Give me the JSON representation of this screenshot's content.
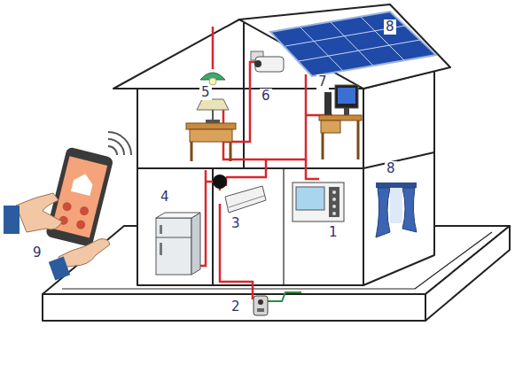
{
  "diagram": {
    "labels": [
      "8",
      "7",
      "6",
      "5",
      "4",
      "3",
      "1",
      "8",
      "9",
      "2"
    ]
  }
}
